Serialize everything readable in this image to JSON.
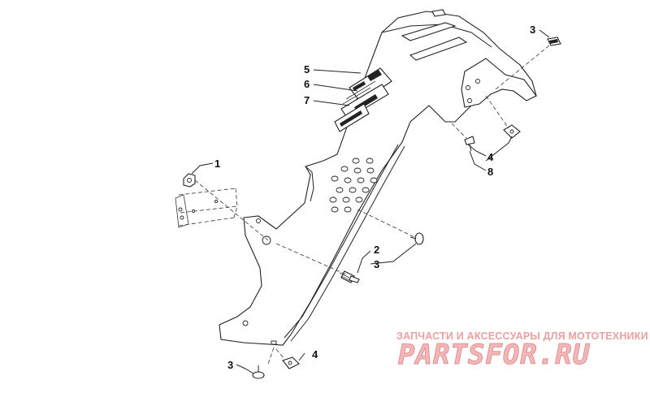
{
  "callouts": [
    {
      "id": "c1",
      "label": "1"
    },
    {
      "id": "c2",
      "label": "2"
    },
    {
      "id": "c3a",
      "label": "3"
    },
    {
      "id": "c3b",
      "label": "3"
    },
    {
      "id": "c3c",
      "label": "3"
    },
    {
      "id": "c4a",
      "label": "4"
    },
    {
      "id": "c4b",
      "label": "4"
    },
    {
      "id": "c5",
      "label": "5"
    },
    {
      "id": "c6",
      "label": "6"
    },
    {
      "id": "c7",
      "label": "7"
    },
    {
      "id": "c8",
      "label": "8"
    }
  ],
  "watermark": {
    "tagline": "ЗАПЧАСТИ И АКСЕССУАРЫ ДЛЯ МОТОТЕХНИКИ",
    "logo": "PARTSFOR.RU"
  }
}
